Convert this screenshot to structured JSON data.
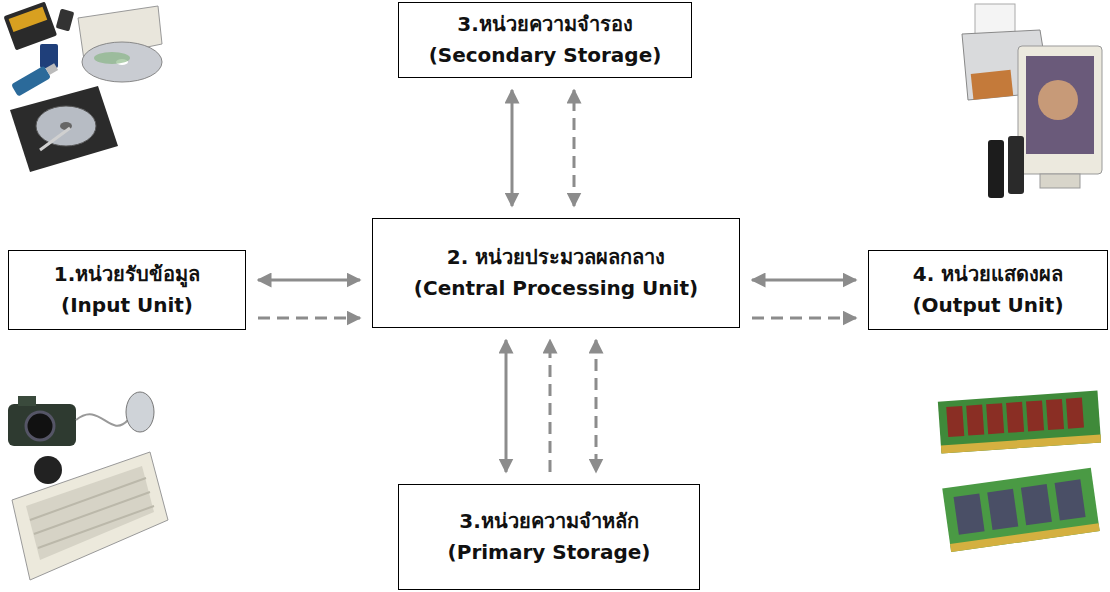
{
  "diagram": {
    "nodes": [
      {
        "text": [
          "3.หน่วยความจำรอง",
          "(Secondary Storage)"
        ]
      },
      {
        "text": [
          "1.หน่วยรับข้อมูล",
          "(Input Unit)"
        ]
      },
      {
        "text": [
          "2. หน่วยประมวลผลกลาง",
          "(Central Processing Unit)"
        ]
      },
      {
        "text": [
          "4. หน่วยแสดงผล",
          "(Output Unit)"
        ]
      },
      {
        "text": [
          "3.หน่วยความจำหลัก",
          "(Primary Storage)"
        ]
      }
    ],
    "edges": [
      {
        "from": 0,
        "to": 2,
        "arrow": "both"
      },
      {
        "from": 2,
        "to": 0,
        "arrow": "both"
      },
      {
        "from": 1,
        "to": 2,
        "arrow": "both"
      },
      {
        "from": 1,
        "to": 2,
        "arrow": "to"
      },
      {
        "from": 2,
        "to": 3,
        "arrow": "both"
      },
      {
        "from": 2,
        "to": 3,
        "arrow": "to"
      },
      {
        "from": 2,
        "to": 4,
        "arrow": "both"
      },
      {
        "from": 4,
        "to": 2,
        "arrow": "to"
      },
      {
        "from": 2,
        "to": 4,
        "arrow": "both"
      }
    ]
  }
}
